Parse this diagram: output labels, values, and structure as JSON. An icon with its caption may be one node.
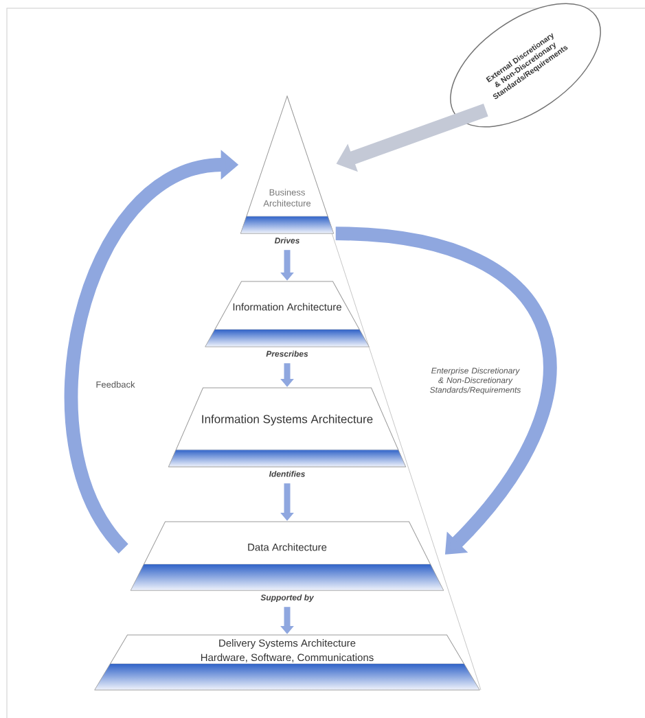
{
  "diagram": {
    "nodes": [
      {
        "text": [
          "Business Architecture"
        ]
      },
      {
        "text": [
          "Information Architecture"
        ]
      },
      {
        "text": [
          "Information Systems Architecture"
        ]
      },
      {
        "text": [
          "Data Architecture"
        ]
      },
      {
        "text": [
          "Delivery Systems Architecture",
          "Hardware, Software, Communications"
        ]
      },
      {
        "text": [
          "External Discretionary & Non-Discretionary Standards/Requirements"
        ]
      }
    ],
    "edges": [
      {
        "from": 0,
        "to": 1,
        "arrow": "to",
        "label": "Drives"
      },
      {
        "from": 1,
        "to": 2,
        "arrow": "to",
        "label": "Prescribes"
      },
      {
        "from": 2,
        "to": 3,
        "arrow": "to",
        "label": "Identifies"
      },
      {
        "from": 3,
        "to": 4,
        "arrow": "to",
        "label": "Supported by"
      },
      {
        "from": 5,
        "to": 0,
        "arrow": "to",
        "style": "thick",
        "color": "#c4c9d6"
      },
      {
        "from": 3,
        "to": 0,
        "arrow": "to",
        "style": "thick",
        "label": "Feedback"
      },
      {
        "from": 0,
        "to": 3,
        "arrow": "to",
        "style": "thick",
        "label": "Enterprise Discretionary & Non-Discretionary Standards/Requirements"
      }
    ]
  }
}
